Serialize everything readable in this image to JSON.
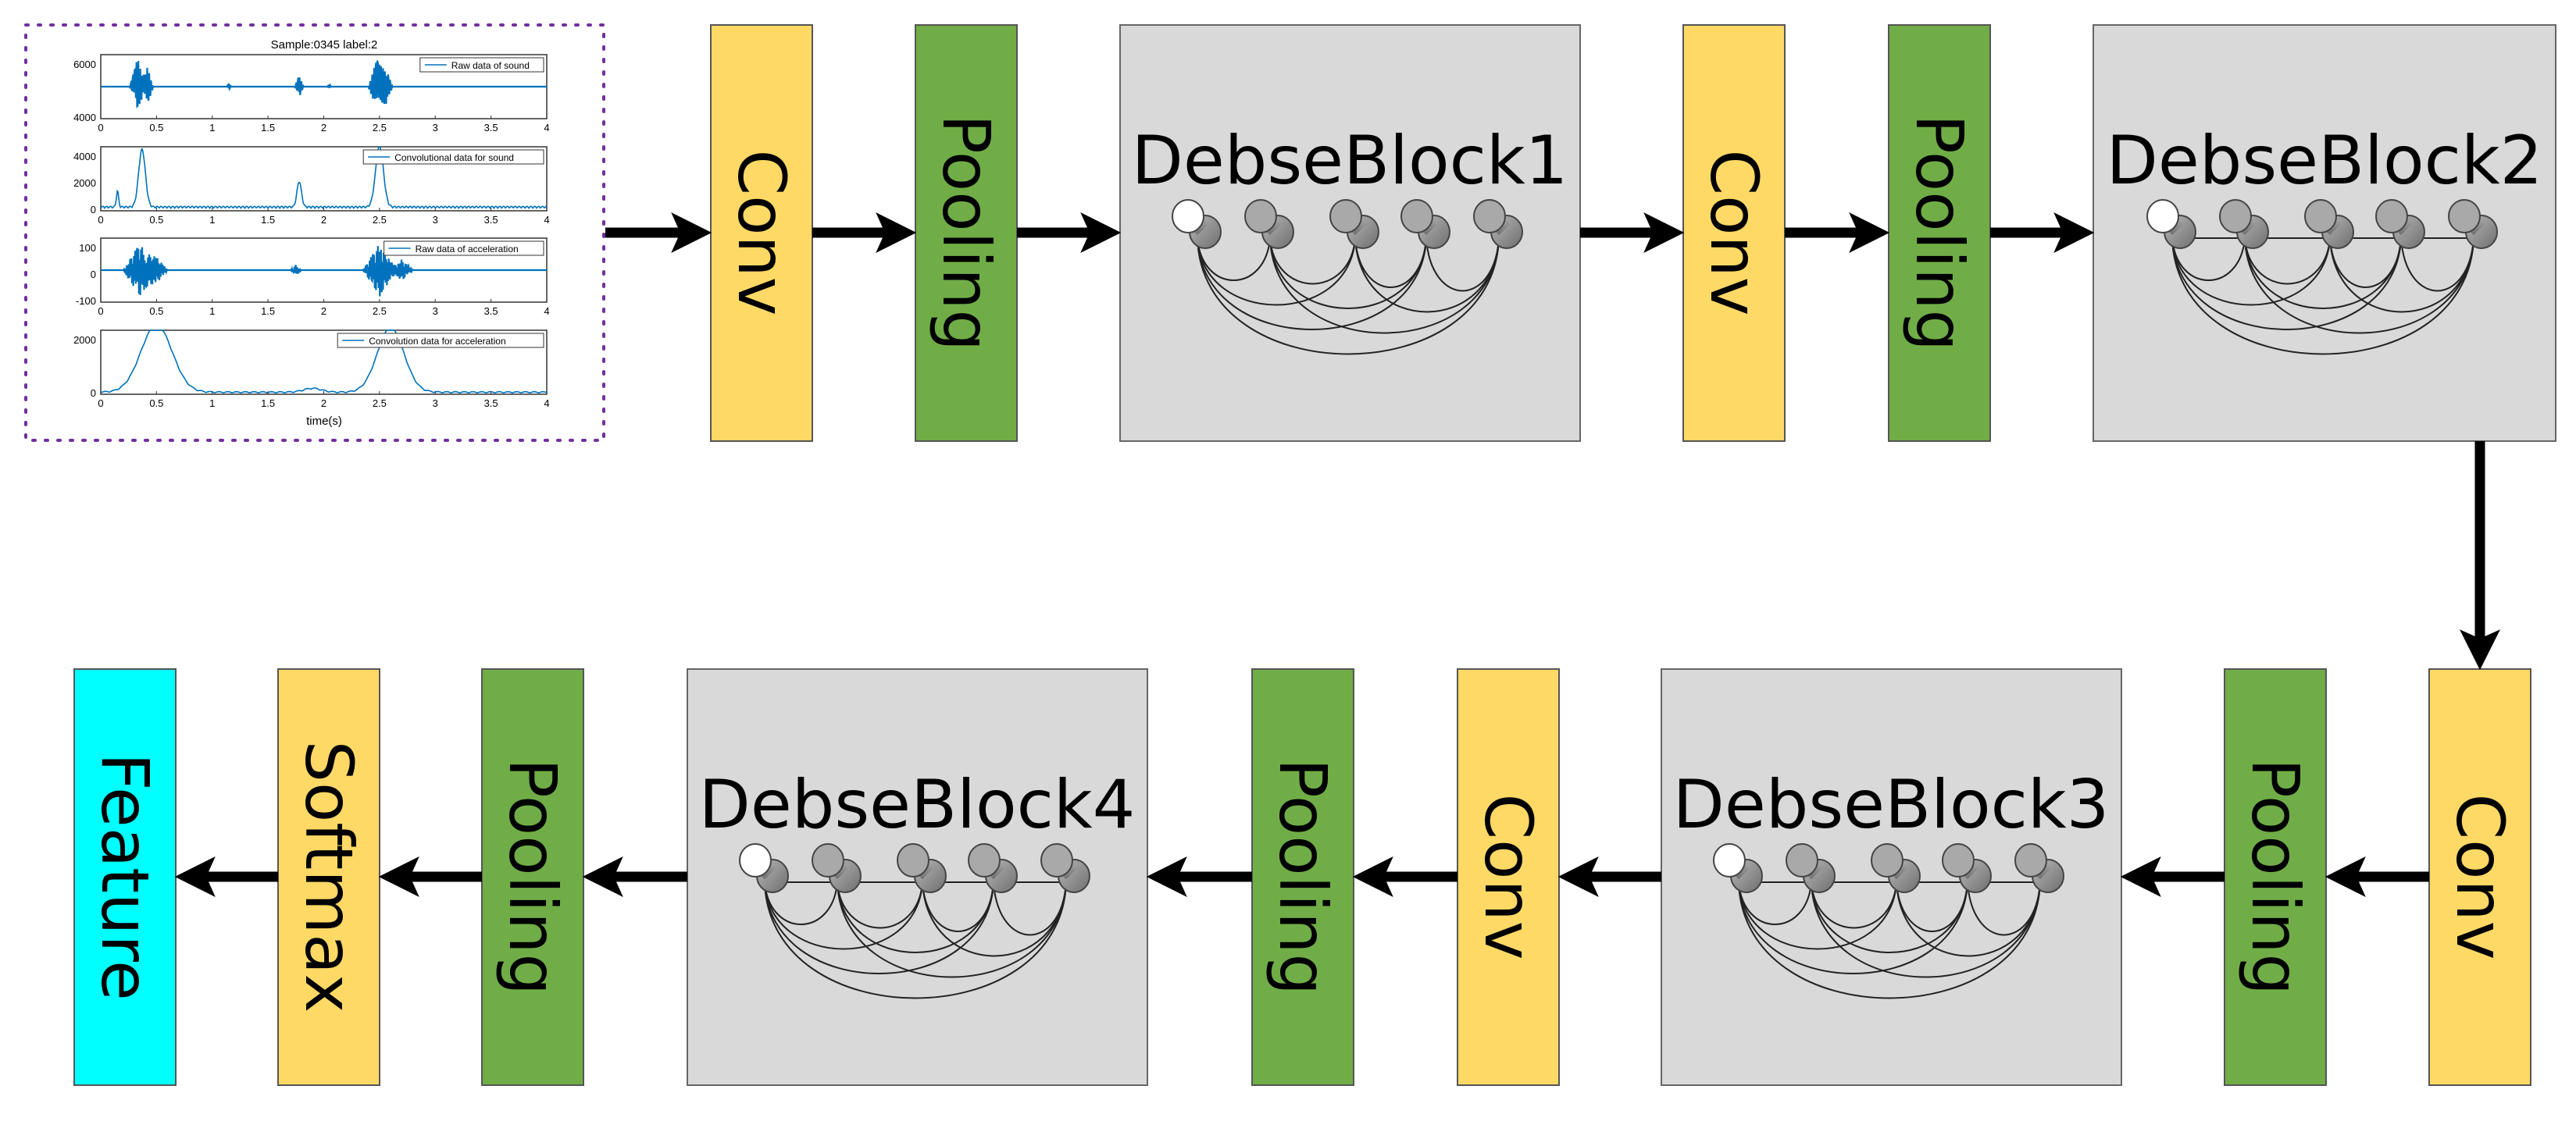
{
  "colors": {
    "conv": "#ffd966",
    "pooling": "#70ad47",
    "softmax": "#ffd966",
    "feature": "#00ffff",
    "dense_block": "#d9d9d9",
    "border": "#555555",
    "arrow": "#000000",
    "plot_line": "#0072bd",
    "dotted_frame": "#7030a0"
  },
  "layers": {
    "conv": "Conv",
    "pooling": "Pooling",
    "softmax": "Softmax",
    "feature": "Feature"
  },
  "dense_blocks": [
    "DebseBlock1",
    "DebseBlock2",
    "DebseBlock3",
    "DebseBlock4"
  ],
  "plot": {
    "title": "Sample:0345 label:2",
    "xlabel": "time(s)",
    "x_ticks": [
      "0",
      "0.5",
      "1",
      "1.5",
      "2",
      "2.5",
      "3",
      "3.5",
      "4"
    ],
    "panels": [
      {
        "legend": "Raw data of sound",
        "y_ticks": [
          "6000",
          "4000"
        ]
      },
      {
        "legend": "Convolutional data for sound",
        "y_ticks": [
          "4000",
          "2000",
          "0"
        ]
      },
      {
        "legend": "Raw data of acceleration",
        "y_ticks": [
          "100",
          "0",
          "-100"
        ]
      },
      {
        "legend": "Convolution data for acceleration",
        "y_ticks": [
          "2000",
          "0"
        ]
      }
    ]
  }
}
